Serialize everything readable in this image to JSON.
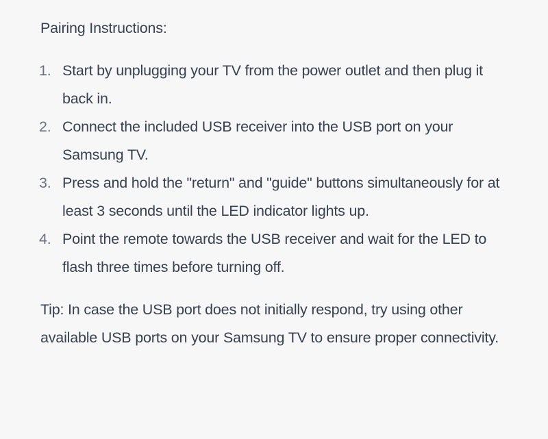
{
  "document": {
    "intro": "Pairing Instructions:",
    "steps": [
      {
        "number": "1.",
        "text": "Start by unplugging your TV from the power outlet and then plug it back in."
      },
      {
        "number": "2.",
        "text": "Connect the included USB receiver into the USB port on your Samsung TV."
      },
      {
        "number": "3.",
        "text": "Press and hold the \"return\" and \"guide\" buttons simultaneously for at least 3 seconds until the LED indicator lights up."
      },
      {
        "number": "4.",
        "text": "Point the remote towards the USB receiver and wait for the LED to flash three times before turning off."
      }
    ],
    "tip": "Tip: In case the USB port does not initially respond, try using other available USB ports on your Samsung TV to ensure proper connectivity."
  },
  "colors": {
    "background": "#f7f7f8",
    "text": "#374151",
    "list_number": "#6b7280"
  }
}
